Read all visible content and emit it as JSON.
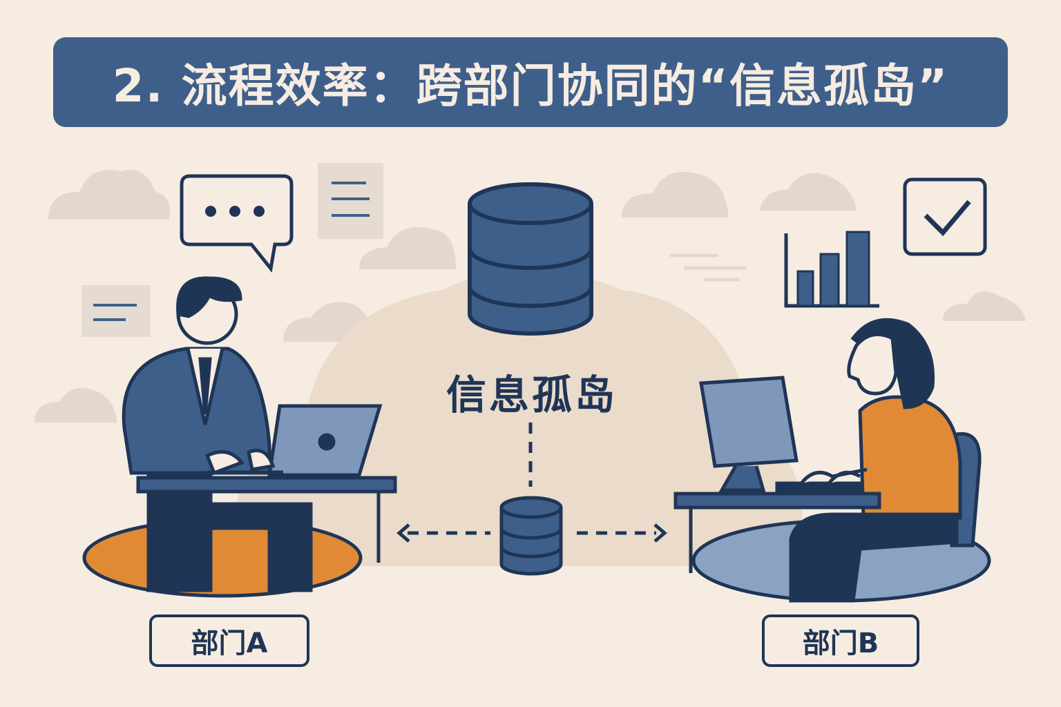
{
  "title": "2. 流程效率：跨部门协同的“信息孤岛”",
  "center_label": "信息孤岛",
  "departments": [
    {
      "label": "部门A"
    },
    {
      "label": "部门B"
    }
  ],
  "colors": {
    "background": "#f6ece1",
    "title_bar": "#3e5f8a",
    "navy": "#1f3556",
    "orange": "#e08a35",
    "light_blue": "#8aa3c3",
    "cloud": "#e0d6cb"
  }
}
